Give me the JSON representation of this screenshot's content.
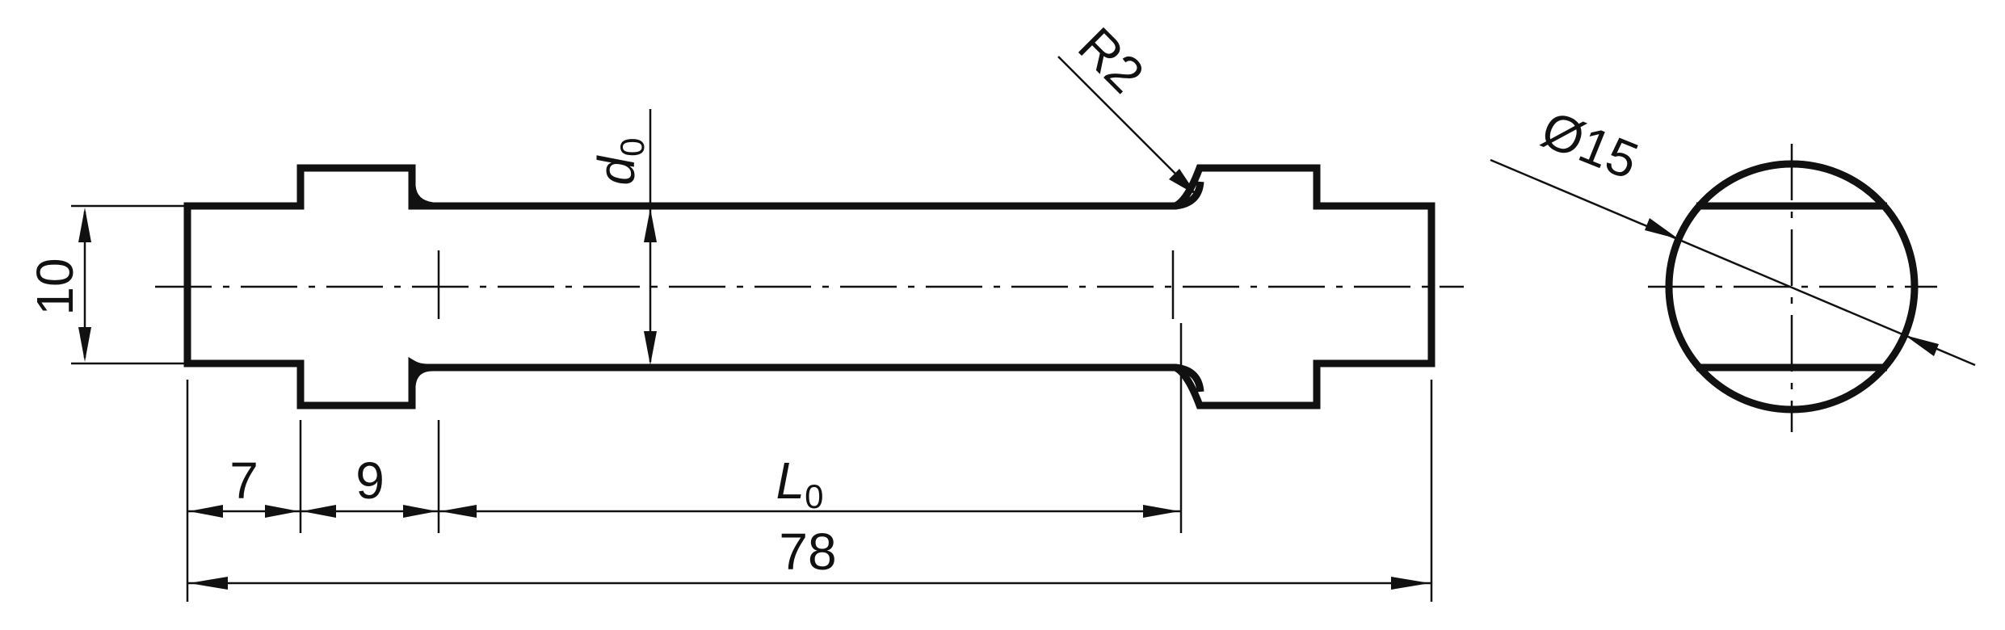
{
  "colors": {
    "line": "#111111",
    "background": "#ffffff"
  },
  "dimensions": {
    "d0_main": "d",
    "d0_sub": "0",
    "l0_main": "L",
    "l0_sub": "0",
    "radius": "R2",
    "diameter": "Ø15",
    "height": "10",
    "len_7": "7",
    "len_9": "9",
    "total": "78"
  }
}
